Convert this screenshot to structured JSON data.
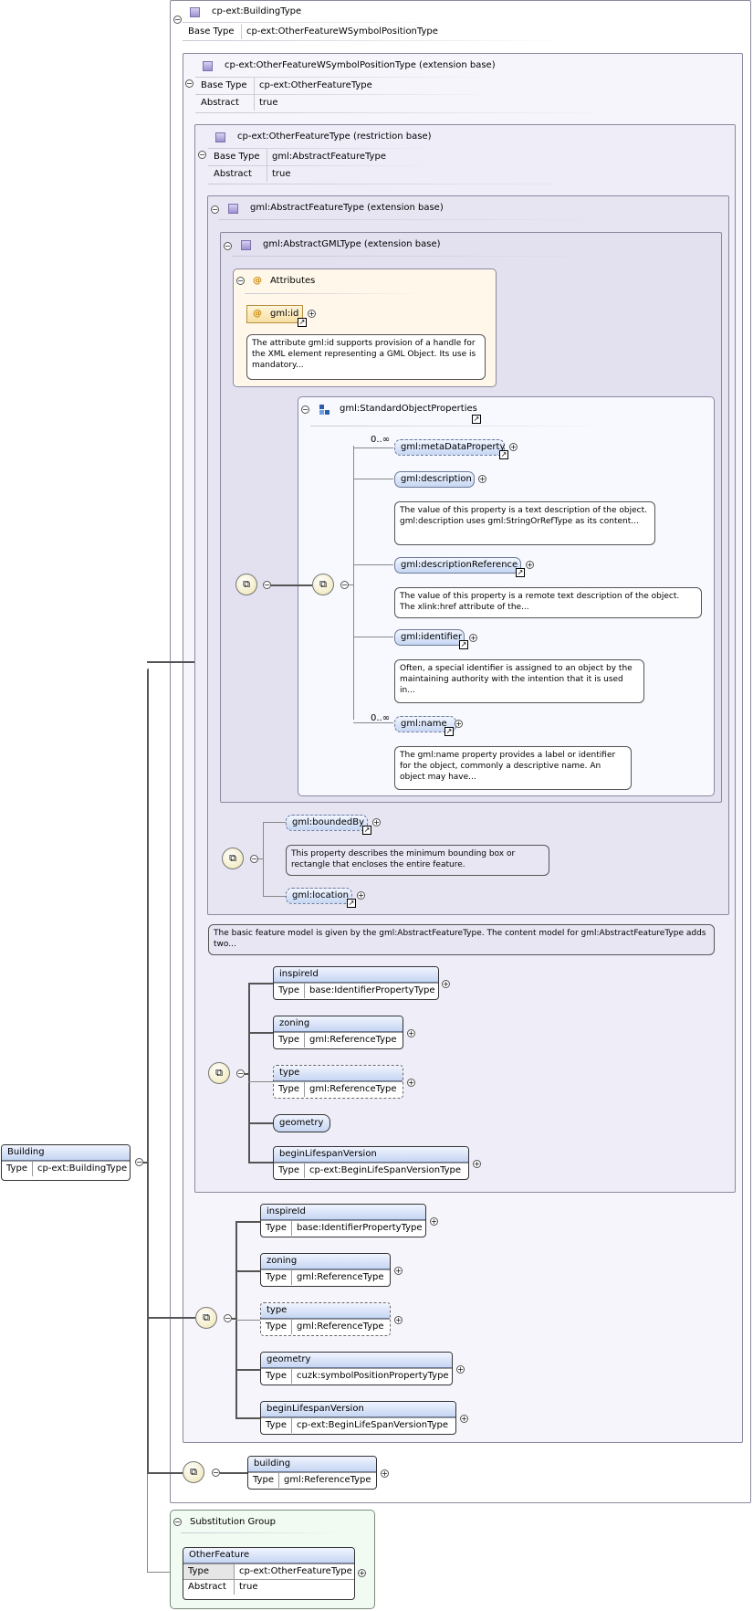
{
  "root_type": {
    "name": "cp-ext:BuildingType",
    "base_type_key": "Base Type",
    "base_type_value": "cp-ext:OtherFeatureWSymbolPositionType"
  },
  "level1": {
    "name": "cp-ext:OtherFeatureWSymbolPositionType (extension base)",
    "base_type_key": "Base Type",
    "base_type_value": "cp-ext:OtherFeatureType",
    "abstract_key": "Abstract",
    "abstract_value": "true"
  },
  "level2": {
    "name": "cp-ext:OtherFeatureType (restriction base)",
    "base_type_key": "Base Type",
    "base_type_value": "gml:AbstractFeatureType",
    "abstract_key": "Abstract",
    "abstract_value": "true"
  },
  "level3": {
    "name": "gml:AbstractFeatureType (extension base)"
  },
  "level4": {
    "name": "gml:AbstractGMLType (extension base)"
  },
  "attributes": {
    "title": "Attributes",
    "attr_name": "gml:id",
    "attr_doc": "The attribute gml:id supports provision of a handle for the XML element representing a GML Object. Its use is mandatory..."
  },
  "std_props": {
    "name": "gml:StandardObjectProperties",
    "items": [
      {
        "name": "gml:metaDataProperty",
        "card": "0..∞",
        "doc": ""
      },
      {
        "name": "gml:description",
        "card": "",
        "doc": "The value of this property is a text description of the object. gml:description uses gml:StringOrRefType as its content..."
      },
      {
        "name": "gml:descriptionReference",
        "card": "",
        "doc": "The value of this property is a remote text description of the object. The xlink:href attribute of the..."
      },
      {
        "name": "gml:identifier",
        "card": "",
        "doc": "Often, a special identifier is assigned to an object by the maintaining authority with the intention that it is used in..."
      },
      {
        "name": "gml:name",
        "card": "0..∞",
        "doc": "The gml:name property provides a label or identifier for the object, commonly a descriptive name. An object may have..."
      }
    ]
  },
  "feature_props": {
    "bounded_by": "gml:boundedBy",
    "bounded_by_doc": "This property describes the minimum bounding box or rectangle that encloses the entire feature.",
    "location": "gml:location",
    "feature_doc": "The basic feature model is given by the gml:AbstractFeatureType. The content model for gml:AbstractFeatureType adds two..."
  },
  "other_feature_seq": [
    {
      "name": "inspireId",
      "type_key": "Type",
      "type": "base:IdentifierPropertyType"
    },
    {
      "name": "zoning",
      "type_key": "Type",
      "type": "gml:ReferenceType"
    },
    {
      "name": "type",
      "type_key": "Type",
      "type": "gml:ReferenceType"
    },
    {
      "name": "geometry"
    },
    {
      "name": "beginLifespanVersion",
      "type_key": "Type",
      "type": "cp-ext:BeginLifeSpanVersionType"
    }
  ],
  "wsymbol_seq": [
    {
      "name": "inspireId",
      "type_key": "Type",
      "type": "base:IdentifierPropertyType"
    },
    {
      "name": "zoning",
      "type_key": "Type",
      "type": "gml:ReferenceType"
    },
    {
      "name": "type",
      "type_key": "Type",
      "type": "gml:ReferenceType"
    },
    {
      "name": "geometry",
      "type_key": "Type",
      "type": "cuzk:symbolPositionPropertyType"
    },
    {
      "name": "beginLifespanVersion",
      "type_key": "Type",
      "type": "cp-ext:BeginLifeSpanVersionType"
    }
  ],
  "building_seq": {
    "name": "building",
    "type_key": "Type",
    "type": "gml:ReferenceType"
  },
  "building_element": {
    "name": "Building",
    "type_key": "Type",
    "type": "cp-ext:BuildingType"
  },
  "substitution": {
    "title": "Substitution Group",
    "name": "OtherFeature",
    "type_key": "Type",
    "type": "cp-ext:OtherFeatureType",
    "abstract_key": "Abstract",
    "abstract_value": "true"
  },
  "symbols": {
    "minus": "−",
    "plus": "+",
    "at": "@",
    "ref": "↗",
    "seq": "⧉"
  },
  "colors": {
    "frame1": "#f6f5fb",
    "frame2": "#efedf8",
    "frame3": "#e8e5f3",
    "frame4": "#e3e0f0",
    "attributes_bg": "#fff8ea",
    "std_props_bg": "#f7f9ff",
    "substitution_bg": "#f2fbf1"
  }
}
